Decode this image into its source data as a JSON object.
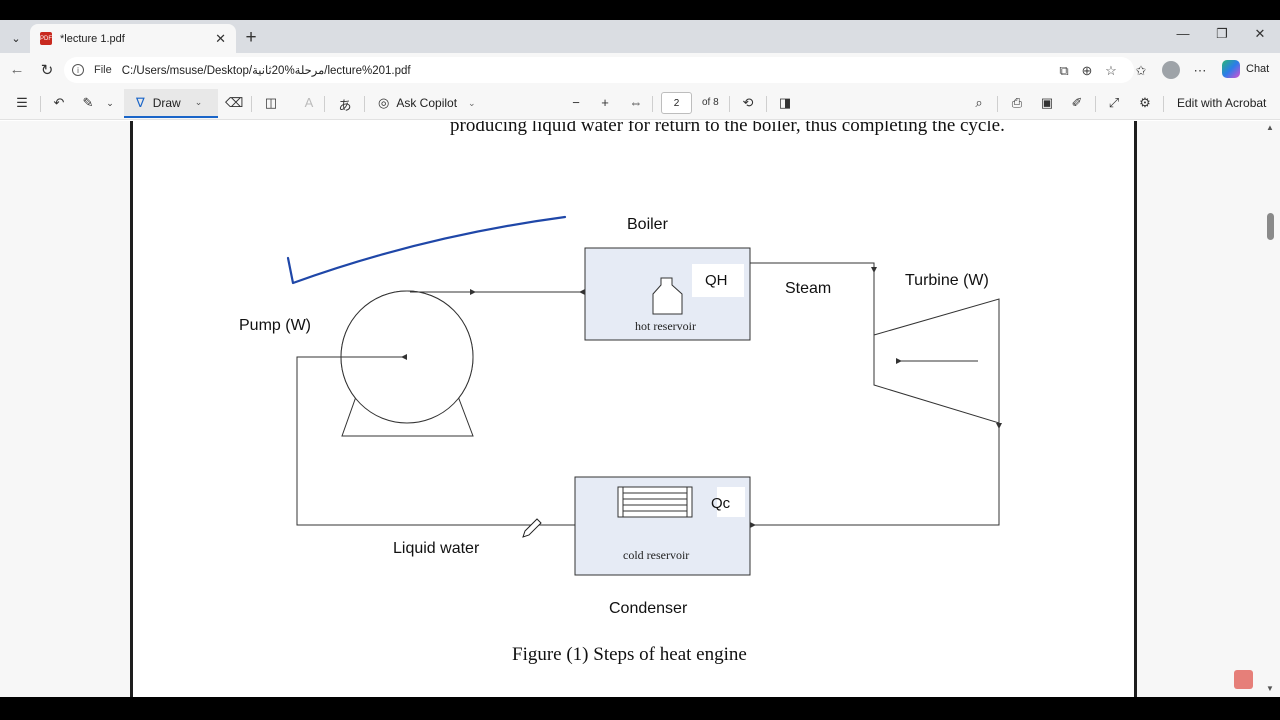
{
  "browser": {
    "tab_title": "*lecture 1.pdf",
    "url_scheme": "File",
    "url": "C:/Users/msuse/Desktop/مرحلة%20ثانية/lecture%201.pdf",
    "chat_label": "Chat"
  },
  "toolbar": {
    "draw_label": "Draw",
    "copilot_label": "Ask Copilot",
    "page_number": "2",
    "page_total": "of 8",
    "edit_acrobat_label": "Edit with Acrobat"
  },
  "document": {
    "top_text": "producing liquid water for return to the boiler, thus completing the cycle.",
    "diagram": {
      "boiler": "Boiler",
      "qh": "QH",
      "hot_reservoir": "hot reservoir",
      "steam": "Steam",
      "turbine": "Turbine (W)",
      "pump": "Pump (W)",
      "qc": "Qc",
      "cold_reservoir": "cold reservoir",
      "liquid_water": "Liquid water",
      "condenser": "Condenser",
      "caption": "Figure (1) Steps of heat engine"
    }
  },
  "colors": {
    "ink_annotation": "#1f47a8",
    "reservoir_fill": "#e6ebf5",
    "draw_accent": "#1a65c8"
  }
}
